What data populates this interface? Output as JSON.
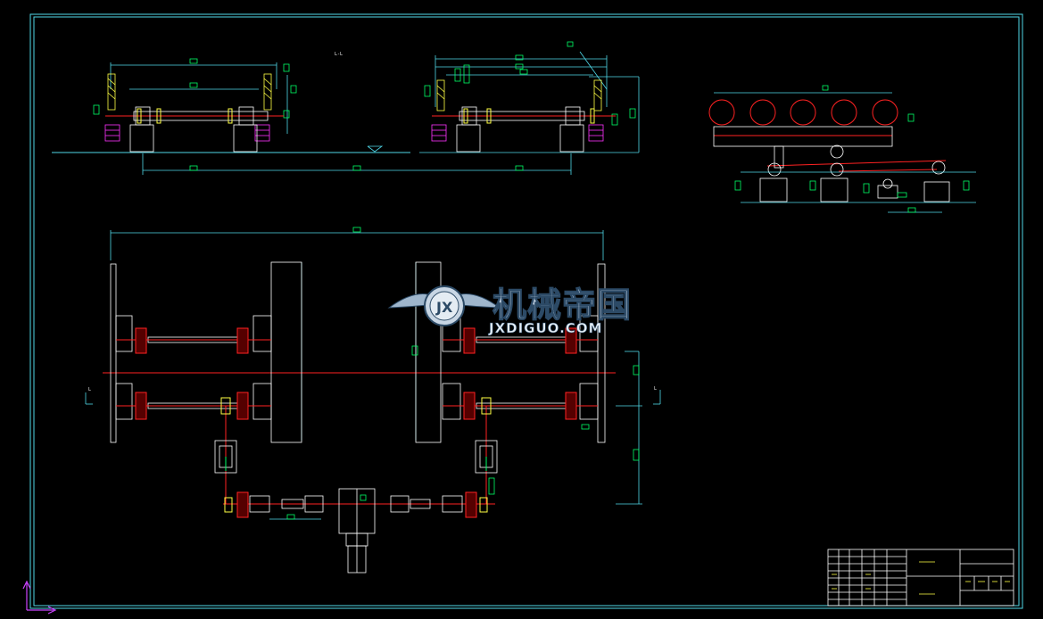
{
  "colors": {
    "background": "#000000",
    "frame": "#4fd8e8",
    "dim": "#00ff66",
    "part": "#ffffff",
    "axis": "#ff2222",
    "hatch": "#ff33ff",
    "yellow": "#ffff44",
    "blue": "#6699ff"
  },
  "labels": {
    "section_mark": "L-L",
    "view_mark_left": "L",
    "view_mark_right": "L"
  },
  "watermark": {
    "name_cn": "机械帝国",
    "name_en": "JXDIGUO.COM",
    "emblem": "gear-wings-emblem"
  },
  "title_block": {
    "icon": "title-block-grid"
  },
  "ucs": {
    "icon": "ucs-axes-icon"
  }
}
